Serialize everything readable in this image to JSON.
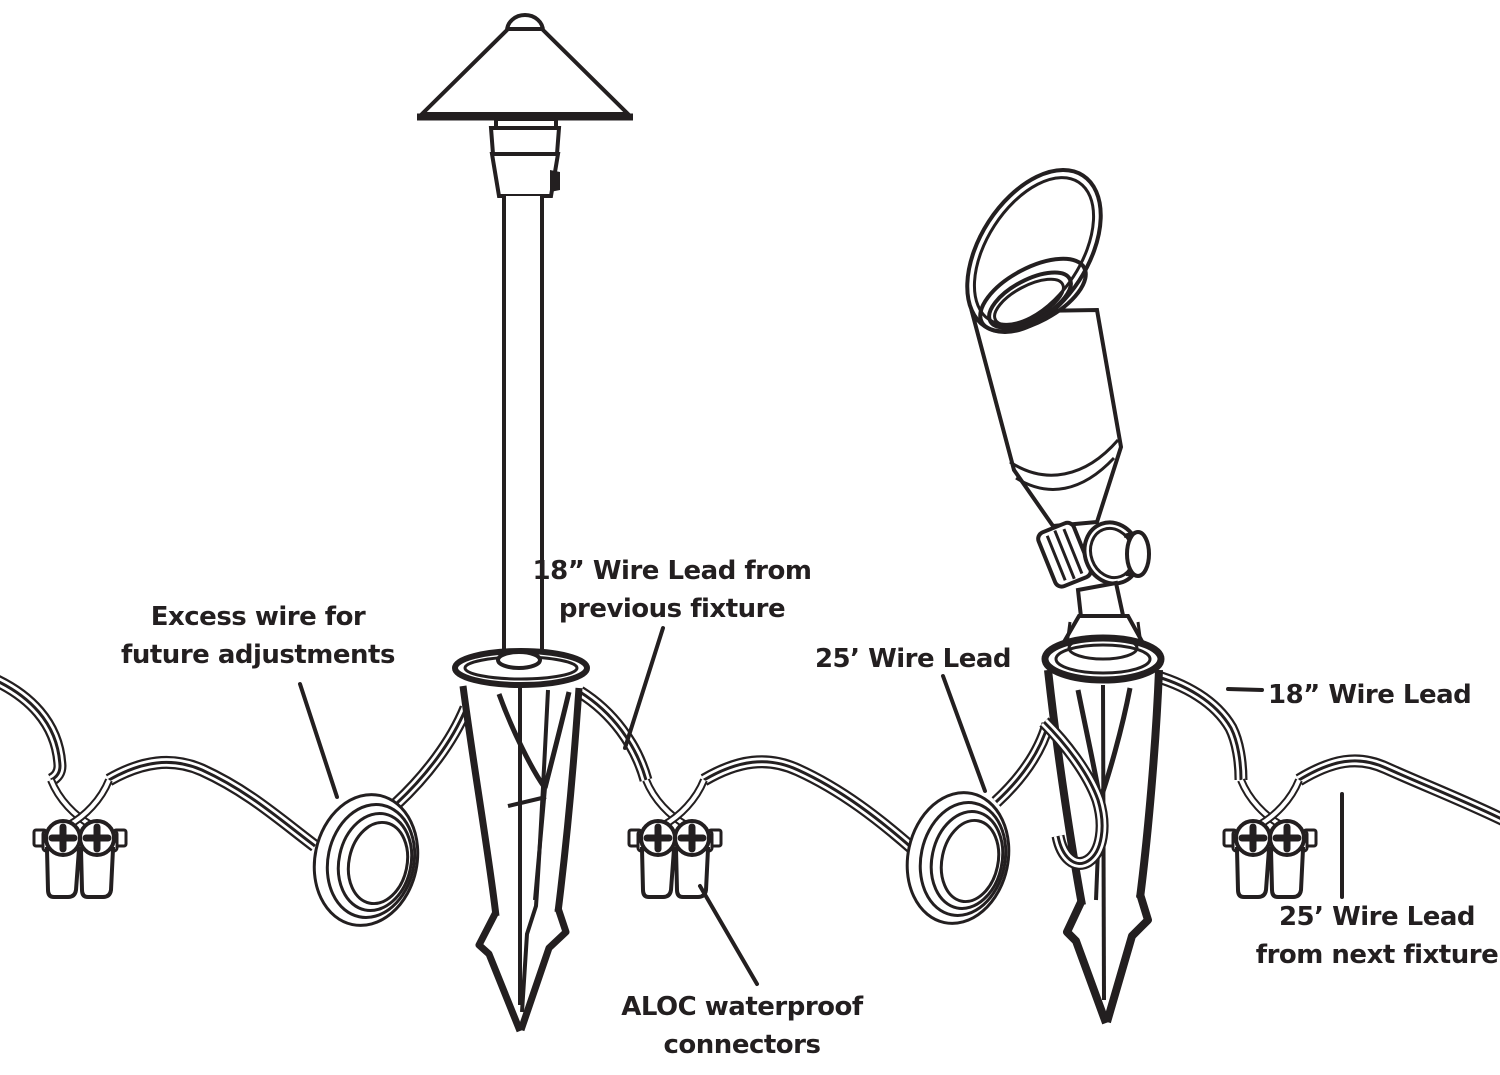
{
  "diagram": {
    "background_color": "#ffffff",
    "ink_color": "#231f20",
    "labels": {
      "excess_wire": {
        "line1": "Excess wire for",
        "line2": "future adjustments"
      },
      "lead_from_previous": {
        "line1": "18”  Wire Lead from",
        "line2": "previous fixture"
      },
      "lead_25": {
        "text": "25’ Wire Lead"
      },
      "lead_18": {
        "text": "18” Wire Lead"
      },
      "aloc": {
        "line1": "ALOC waterproof",
        "line2": "connectors"
      },
      "lead_25_next": {
        "line1": "25’ Wire Lead",
        "line2": "from next fixture"
      }
    }
  }
}
